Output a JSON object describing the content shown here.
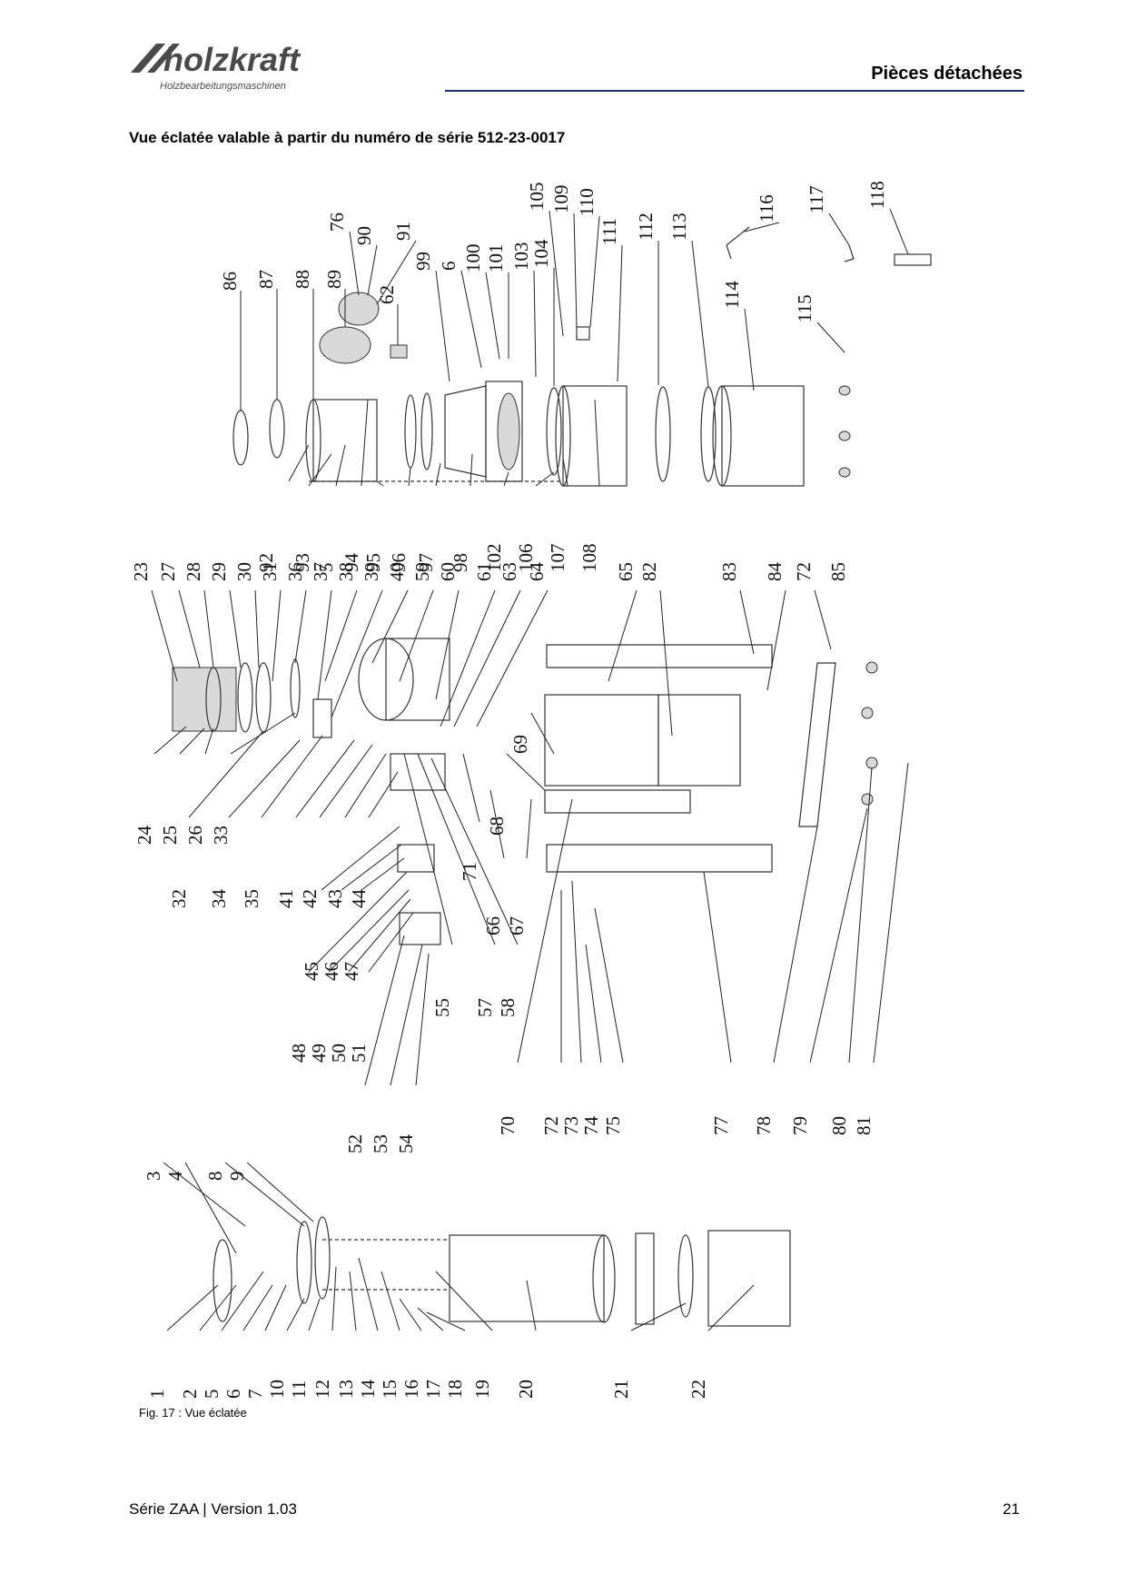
{
  "header": {
    "brand": "holzkraft",
    "brand_tagline": "Holzbearbeitungsmaschinen",
    "section_title": "Pièces détachées",
    "brand_color": "#4a4a4a",
    "rule_color": "#1b2f6b"
  },
  "subtitle": "Vue éclatée valable à partir du numéro de série 512-23-0017",
  "diagram": {
    "upper_group_labels": [
      "76",
      "90",
      "91",
      "86",
      "87",
      "88",
      "89",
      "62",
      "99",
      "6",
      "100",
      "101",
      "103",
      "104",
      "105",
      "109",
      "110",
      "111",
      "112",
      "113",
      "114",
      "115",
      "116",
      "117",
      "118",
      "92",
      "93",
      "5",
      "94",
      "95",
      "96",
      "97",
      "98",
      "102",
      "106",
      "107",
      "108"
    ],
    "middle_top_labels": [
      "23",
      "27",
      "28",
      "29",
      "30",
      "31",
      "36",
      "37",
      "38",
      "39",
      "40",
      "59",
      "60",
      "61",
      "63",
      "64",
      "65",
      "82",
      "83",
      "84",
      "72",
      "85"
    ],
    "middle_bottom_labels": [
      "24",
      "25",
      "26",
      "33",
      "32",
      "34",
      "35",
      "41",
      "42",
      "43",
      "44",
      "45",
      "46",
      "47",
      "48",
      "49",
      "50",
      "51",
      "52",
      "53",
      "54",
      "55",
      "57",
      "58",
      "71",
      "66",
      "67",
      "68",
      "69",
      "70",
      "72",
      "73",
      "74",
      "75",
      "77",
      "78",
      "79",
      "80",
      "81"
    ],
    "lower_labels": [
      "3",
      "4",
      "8",
      "9",
      "1",
      "2",
      "5",
      "6",
      "7",
      "10",
      "11",
      "12",
      "13",
      "14",
      "15",
      "16",
      "17",
      "18",
      "19",
      "20",
      "21",
      "22"
    ]
  },
  "caption": "Fig. 17 : Vue éclatée",
  "footer": {
    "left": "Série ZAA | Version 1.03",
    "page": "21"
  }
}
